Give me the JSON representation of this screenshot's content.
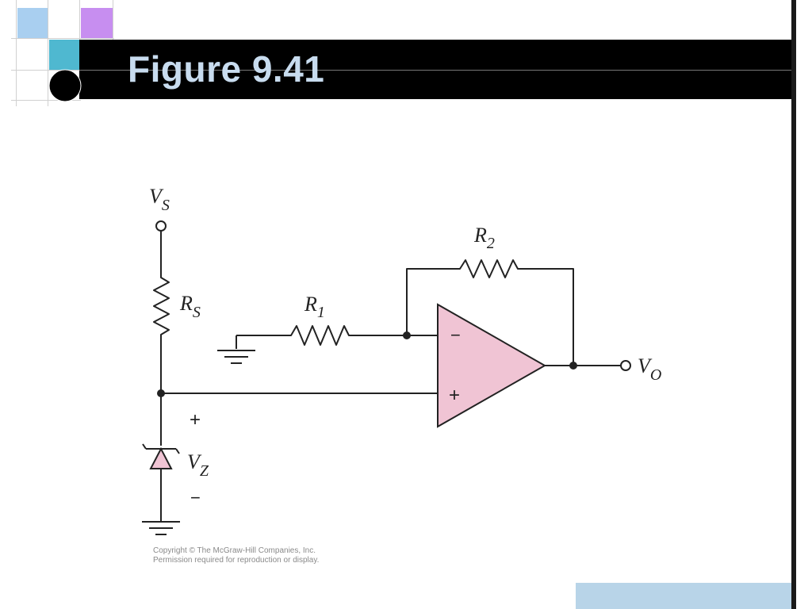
{
  "slide": {
    "title": "Figure 9.41",
    "colors": {
      "title_bar": "#000000",
      "title_text": "#c8dcef",
      "opamp_fill": "#f0c4d4",
      "zener_fill": "#f0c4d4",
      "accent_blue": "#b8d4e8",
      "deco_light_blue": "#a9cff0",
      "deco_purple": "#c78ef0",
      "deco_teal": "#4fb8d0"
    }
  },
  "circuit": {
    "labels": {
      "vs": "V",
      "vs_sub": "S",
      "rs": "R",
      "rs_sub": "S",
      "r1": "R",
      "r1_sub": "1",
      "r2": "R",
      "r2_sub": "2",
      "vo": "V",
      "vo_sub": "O",
      "vz": "V",
      "vz_sub": "Z",
      "opamp_minus": "−",
      "opamp_plus": "+",
      "zener_plus": "+",
      "zener_minus": "−"
    },
    "icons": [
      "ground-icon",
      "resistor-icon",
      "zener-diode-icon",
      "op-amp-icon",
      "terminal-icon"
    ]
  },
  "footer": {
    "copyright_line1": "Copyright © The McGraw-Hill Companies, Inc.",
    "copyright_line2": "Permission required for reproduction or display."
  }
}
